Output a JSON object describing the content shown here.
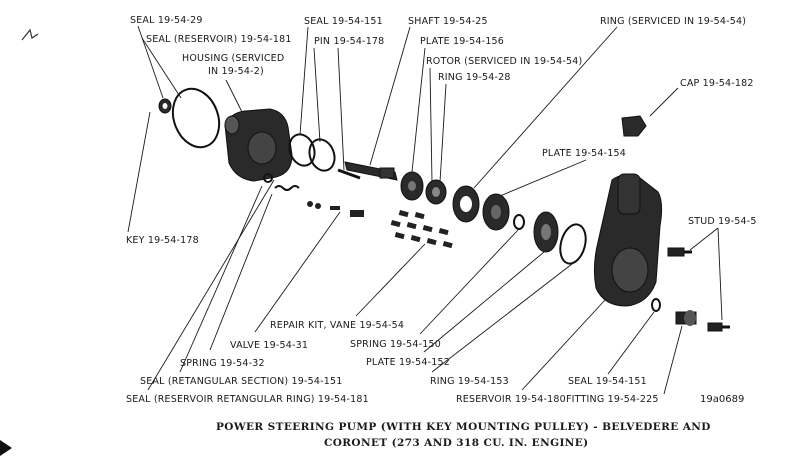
{
  "labels": {
    "seal_29": "SEAL 19-54-29",
    "seal_reservoir_181": "SEAL (RESERVOIR) 19-54-181",
    "housing_1": "HOUSING (SERVICED",
    "housing_2": "IN 19-54-2)",
    "seal_151_top": "SEAL 19-54-151",
    "pin_178": "PIN 19-54-178",
    "shaft_25": "SHAFT 19-54-25",
    "plate_156": "PLATE 19-54-156",
    "rotor": "ROTOR (SERVICED IN 19-54-54)",
    "ring_28": "RING 19-54-28",
    "ring_serviced": "RING (SERVICED IN 19-54-54)",
    "cap_182": "CAP 19-54-182",
    "plate_154": "PLATE 19-54-154",
    "stud_5": "STUD 19-54-5",
    "key_178": "KEY 19-54-178",
    "repair_kit": "REPAIR KIT, VANE 19-54-54",
    "valve_31": "VALVE 19-54-31",
    "spring_150": "SPRING 19-54-150",
    "spring_32": "SPRING 19-54-32",
    "plate_152": "PLATE 19-54-152",
    "seal_rect_151": "SEAL (RETANGULAR SECTION) 19-54-151",
    "ring_153": "RING 19-54-153",
    "seal_151_bottom": "SEAL 19-54-151",
    "seal_res_ring_181": "SEAL (RESERVOIR RETANGULAR RING) 19-54-181",
    "reservoir_180": "RESERVOIR 19-54-180",
    "fitting_225": "FITTING 19-54-225",
    "figure_ref": "19a0689"
  },
  "caption": {
    "line1": "POWER STEERING PUMP (WITH KEY MOUNTING PULLEY) - BELVEDERE AND",
    "line2": "CORONET (273 AND 318 CU. IN. ENGINE)"
  }
}
